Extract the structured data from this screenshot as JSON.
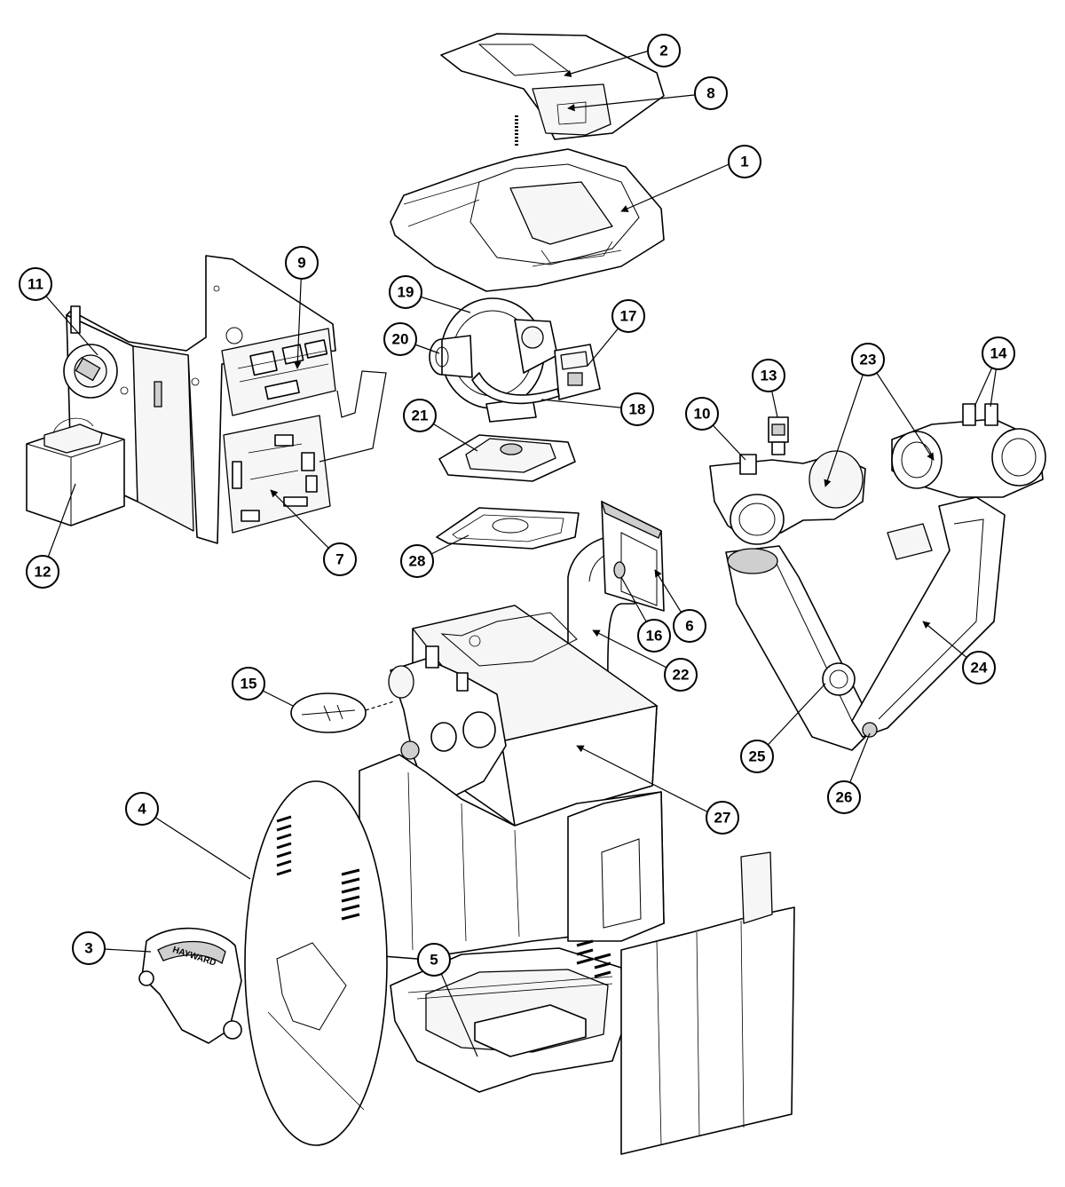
{
  "diagram": {
    "callouts": [
      {
        "label": "1"
      },
      {
        "label": "2"
      },
      {
        "label": "3"
      },
      {
        "label": "4"
      },
      {
        "label": "5"
      },
      {
        "label": "6"
      },
      {
        "label": "7"
      },
      {
        "label": "8"
      },
      {
        "label": "9"
      },
      {
        "label": "10"
      },
      {
        "label": "11"
      },
      {
        "label": "12"
      },
      {
        "label": "13"
      },
      {
        "label": "14"
      },
      {
        "label": "15"
      },
      {
        "label": "16"
      },
      {
        "label": "17"
      },
      {
        "label": "18"
      },
      {
        "label": "19"
      },
      {
        "label": "20"
      },
      {
        "label": "21"
      },
      {
        "label": "22"
      },
      {
        "label": "23"
      },
      {
        "label": "24"
      },
      {
        "label": "25"
      },
      {
        "label": "26"
      },
      {
        "label": "27"
      },
      {
        "label": "28"
      }
    ],
    "front_logo_text": "HAYWARD"
  }
}
